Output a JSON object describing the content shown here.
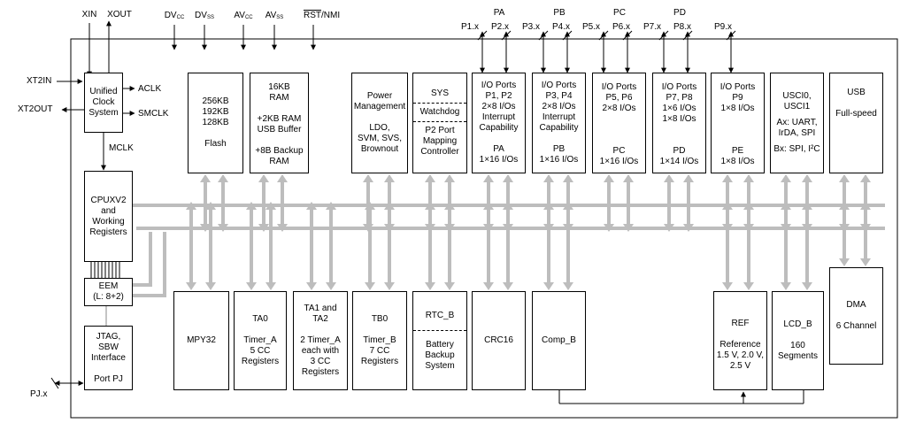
{
  "pins_top": {
    "xin": "XIN",
    "xout": "XOUT",
    "dvcc": {
      "base": "DV",
      "sub": "CC"
    },
    "dvss": {
      "base": "DV",
      "sub": "SS"
    },
    "avcc": {
      "base": "AV",
      "sub": "CC"
    },
    "avss": {
      "base": "AV",
      "sub": "SS"
    },
    "rst_bar": "RST",
    "nmi": "/NMI"
  },
  "pins_left": {
    "xt2in": "XT2IN",
    "xt2out": "XT2OUT",
    "pjx": "PJ.x"
  },
  "port_groups": [
    {
      "group": "PA",
      "pins": [
        "P1.x",
        "P2.x"
      ]
    },
    {
      "group": "PB",
      "pins": [
        "P3.x",
        "P4.x"
      ]
    },
    {
      "group": "PC",
      "pins": [
        "P5.x",
        "P6.x"
      ]
    },
    {
      "group": "PD",
      "pins": [
        "P7.x",
        "P8.x"
      ]
    }
  ],
  "port_p9": "P9.x",
  "clock": {
    "title": [
      "Unified",
      "Clock",
      "System"
    ],
    "aclk": "ACLK",
    "smclk": "SMCLK",
    "mclk": "MCLK"
  },
  "flash": {
    "sizes": [
      "256KB",
      "192KB",
      "128KB"
    ],
    "name": "Flash"
  },
  "ram": {
    "lines1": [
      "16KB",
      "RAM"
    ],
    "lines2": [
      "+2KB RAM",
      "USB Buffer"
    ],
    "lines3": [
      "+8B Backup",
      "RAM"
    ]
  },
  "power": {
    "title": [
      "Power",
      "Management"
    ],
    "body": [
      "LDO,",
      "SVM, SVS,",
      "Brownout"
    ]
  },
  "sys": {
    "title": "SYS",
    "watchdog": "Watchdog",
    "body": [
      "P2 Port",
      "Mapping",
      "Controller"
    ]
  },
  "io_pa": {
    "lines": [
      "I/O Ports",
      "P1, P2",
      "2×8 I/Os",
      "Interrupt",
      "Capability"
    ],
    "port": "PA",
    "ios": "1×16 I/Os"
  },
  "io_pb": {
    "lines": [
      "I/O Ports",
      "P3, P4",
      "2×8 I/Os",
      "Interrupt",
      "Capability"
    ],
    "port": "PB",
    "ios": "1×16 I/Os"
  },
  "io_pc": {
    "lines": [
      "I/O Ports",
      "P5, P6",
      "2×8 I/Os"
    ],
    "port": "PC",
    "ios": "1×16 I/Os"
  },
  "io_pd": {
    "lines": [
      "I/O Ports",
      "P7, P8",
      "1×6 I/Os",
      "1×8 I/Os"
    ],
    "port": "PD",
    "ios": "1×14 I/Os"
  },
  "io_pe": {
    "lines": [
      "I/O Ports",
      "P9",
      "1×8 I/Os"
    ],
    "port": "PE",
    "ios": "1×8 I/Os"
  },
  "usci": {
    "lines": [
      "USCI0,",
      "USCI1"
    ],
    "ax": [
      "Ax: UART,",
      "IrDA, SPI"
    ],
    "bx": "Bx: SPI, I²C"
  },
  "usb": {
    "title": "USB",
    "sub": "Full-speed"
  },
  "cpu": {
    "lines": [
      "CPUXV2",
      "and",
      "Working",
      "Registers"
    ]
  },
  "eem": {
    "lines": [
      "EEM",
      "(L: 8+2)"
    ]
  },
  "jtag": {
    "lines": [
      "JTAG,",
      "SBW",
      "Interface"
    ],
    "port": "Port PJ"
  },
  "mpy": "MPY32",
  "ta0": {
    "title": "TA0",
    "body": [
      "Timer_A",
      "5 CC",
      "Registers"
    ]
  },
  "ta12": {
    "title": [
      "TA1 and",
      "TA2"
    ],
    "body": [
      "2 Timer_A",
      "each with",
      "3 CC",
      "Registers"
    ]
  },
  "tb0": {
    "title": "TB0",
    "body": [
      "Timer_B",
      "7 CC",
      "Registers"
    ]
  },
  "rtc": {
    "title": "RTC_B",
    "body": [
      "Battery",
      "Backup",
      "System"
    ]
  },
  "crc": "CRC16",
  "comp": "Comp_B",
  "ref": {
    "title": "REF",
    "body": [
      "Reference",
      "1.5 V, 2.0 V,",
      "2.5 V"
    ]
  },
  "lcd": {
    "title": "LCD_B",
    "body": [
      "160",
      "Segments"
    ]
  },
  "dma": {
    "title": "DMA",
    "body": "6 Channel"
  }
}
